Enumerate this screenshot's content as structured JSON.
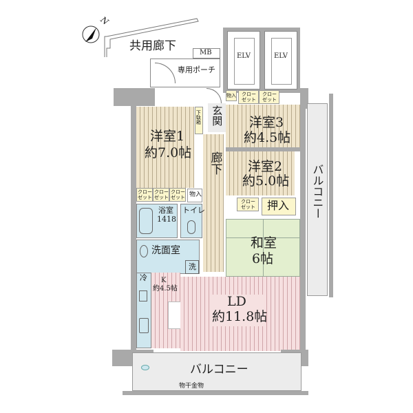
{
  "compass": {
    "label": "N",
    "icon": "north-arrow-icon"
  },
  "outside": {
    "common_corridor": "共用廊下",
    "mb": "MB",
    "private_porch": "専用ポーチ"
  },
  "elevators": [
    {
      "label": "ELV"
    },
    {
      "label": "ELV"
    }
  ],
  "rooms": {
    "entrance": "玄関",
    "shoe_cabinet": "下駄箱",
    "hallway": "廊下",
    "western1": {
      "name": "洋室1",
      "size": "約7.0帖"
    },
    "western2": {
      "name": "洋室2",
      "size": "約5.0帖"
    },
    "western3": {
      "name": "洋室3",
      "size": "約4.5帖"
    },
    "japanese": {
      "name": "和室",
      "size": "6帖"
    },
    "ld": {
      "name": "LD",
      "size": "約11.8帖"
    },
    "kitchen": {
      "name": "K",
      "size": "約4.5帖"
    },
    "bath": {
      "name": "浴室",
      "size": "1418"
    },
    "toilet": "トイレ",
    "washroom": "洗面室",
    "washer": "洗",
    "fridge": "冷",
    "oshiire": "押入"
  },
  "storage": {
    "closet_line1": "クロー",
    "closet_line2": "ゼット",
    "storage": "物入"
  },
  "balconies": {
    "east": "バルコニー",
    "south": "バルコニー",
    "drying_hardware": "物干金物"
  },
  "colors": {
    "wall": "#a9a9a9",
    "wood_floor": "#efe4cb",
    "ld_floor": "#f6dfe0",
    "wet_area": "#cfe7ef",
    "tatami": "#e3efcf",
    "storage": "#fbf6cc",
    "balcony": "#ececec"
  }
}
